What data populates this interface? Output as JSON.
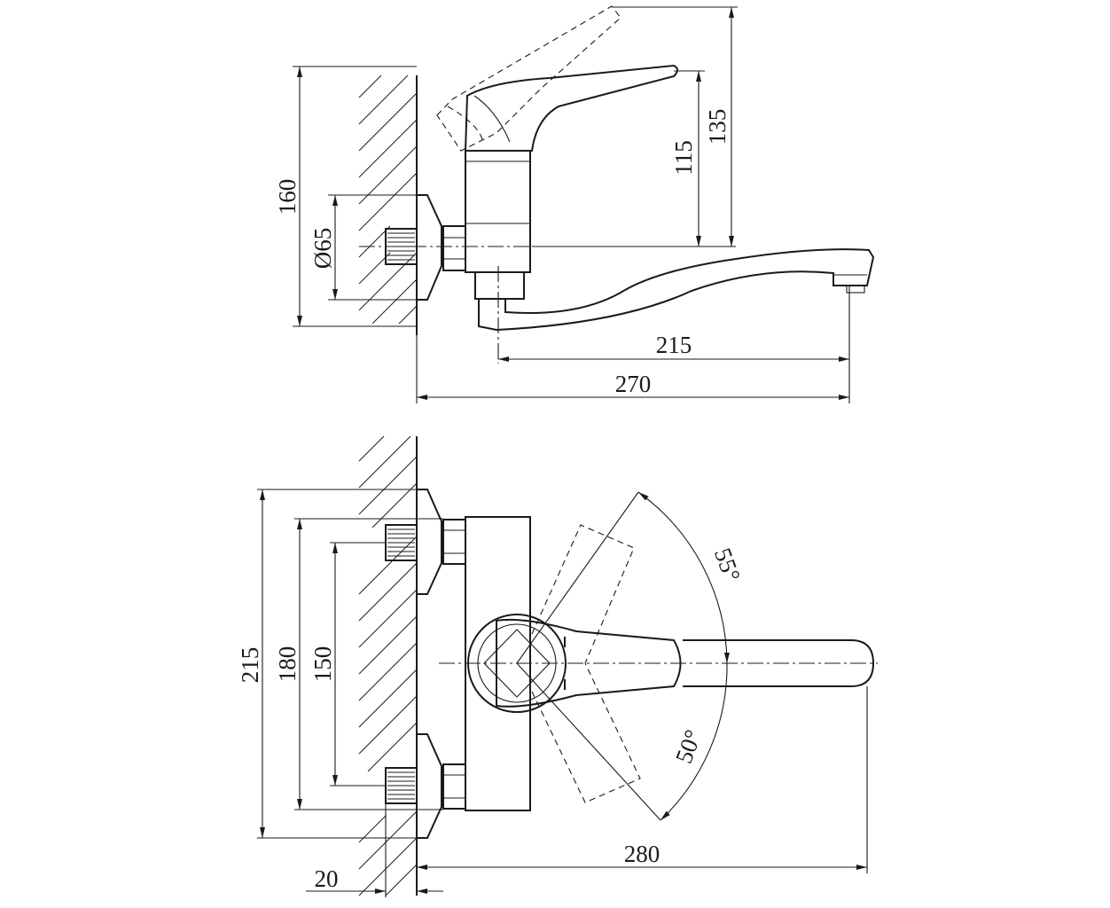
{
  "top_view": {
    "dims": {
      "height_overall": "160",
      "flange_diameter": "Ø65",
      "handle_height_a": "115",
      "handle_height_b": "135",
      "spout_reach": "215",
      "total_reach": "270"
    }
  },
  "front_view": {
    "dims": {
      "height_overall": "215",
      "connection_outer": "180",
      "connection_inner": "150",
      "spout_length": "280",
      "wall_offset": "20",
      "angle_up": "55°",
      "angle_down": "50°"
    }
  }
}
